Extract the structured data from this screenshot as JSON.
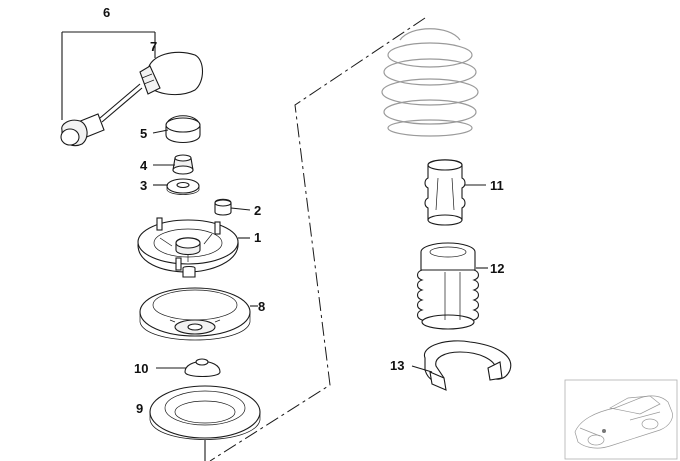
{
  "callouts": {
    "c1": "1",
    "c2": "2",
    "c3": "3",
    "c4": "4",
    "c5": "5",
    "c6": "6",
    "c7": "7",
    "c8": "8",
    "c9": "9",
    "c10": "10",
    "c11": "11",
    "c12": "12",
    "c13": "13"
  },
  "colors": {
    "line": "#1a1a1a",
    "spring": "#9a9a9a",
    "background": "#ffffff"
  },
  "icons": {
    "vehicle_reference": "car-outline-icon"
  }
}
